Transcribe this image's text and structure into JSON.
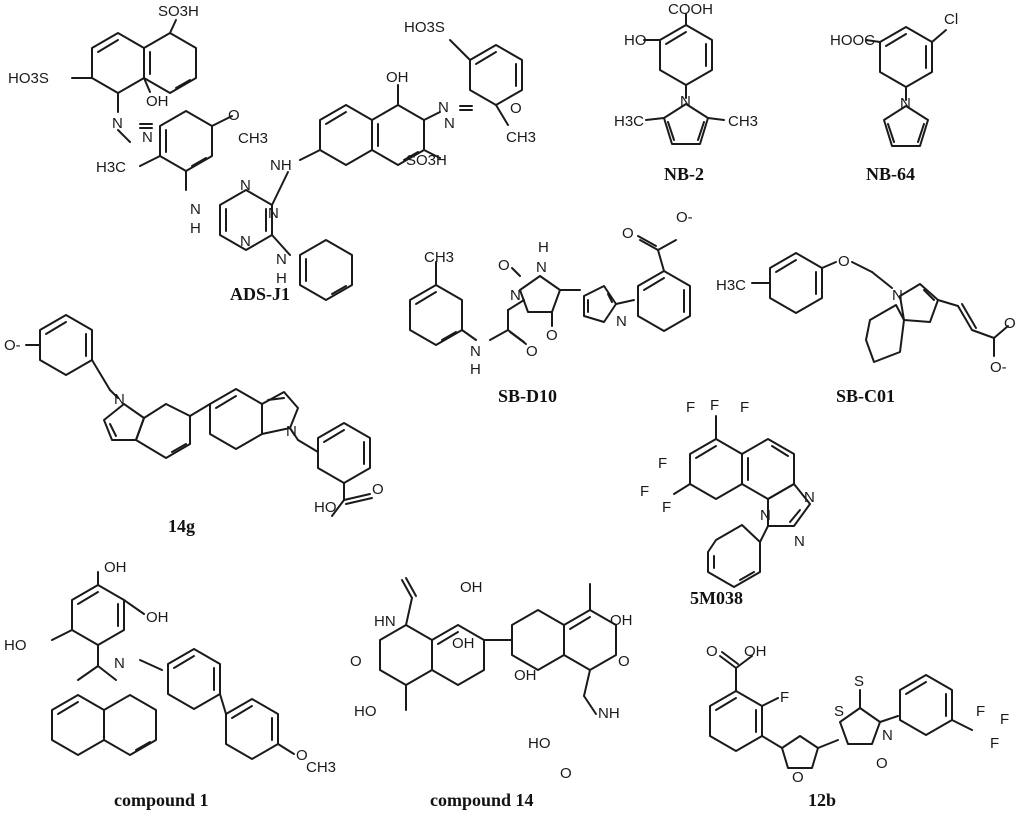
{
  "captions": {
    "ads_j1": "ADS-J1",
    "nb2": "NB-2",
    "nb64": "NB-64",
    "sb_d10": "SB-D10",
    "sb_c01": "SB-C01",
    "c14g": "14g",
    "m5038": "5M038",
    "compound1": "compound 1",
    "compound14": "compound 14",
    "c12b": "12b"
  },
  "labels": {
    "so3h": "SO3H",
    "ho3s": "HO3S",
    "oh": "OH",
    "ho": "HO",
    "och3": "O",
    "ch3": "CH3",
    "h3c": "H3C",
    "nh": "NH",
    "n": "N",
    "h": "H",
    "o": "O",
    "ominus": "O-",
    "cooh": "COOH",
    "hooc": "HOOC",
    "cl": "Cl",
    "f": "F",
    "s": "S",
    "hn": "HN"
  }
}
